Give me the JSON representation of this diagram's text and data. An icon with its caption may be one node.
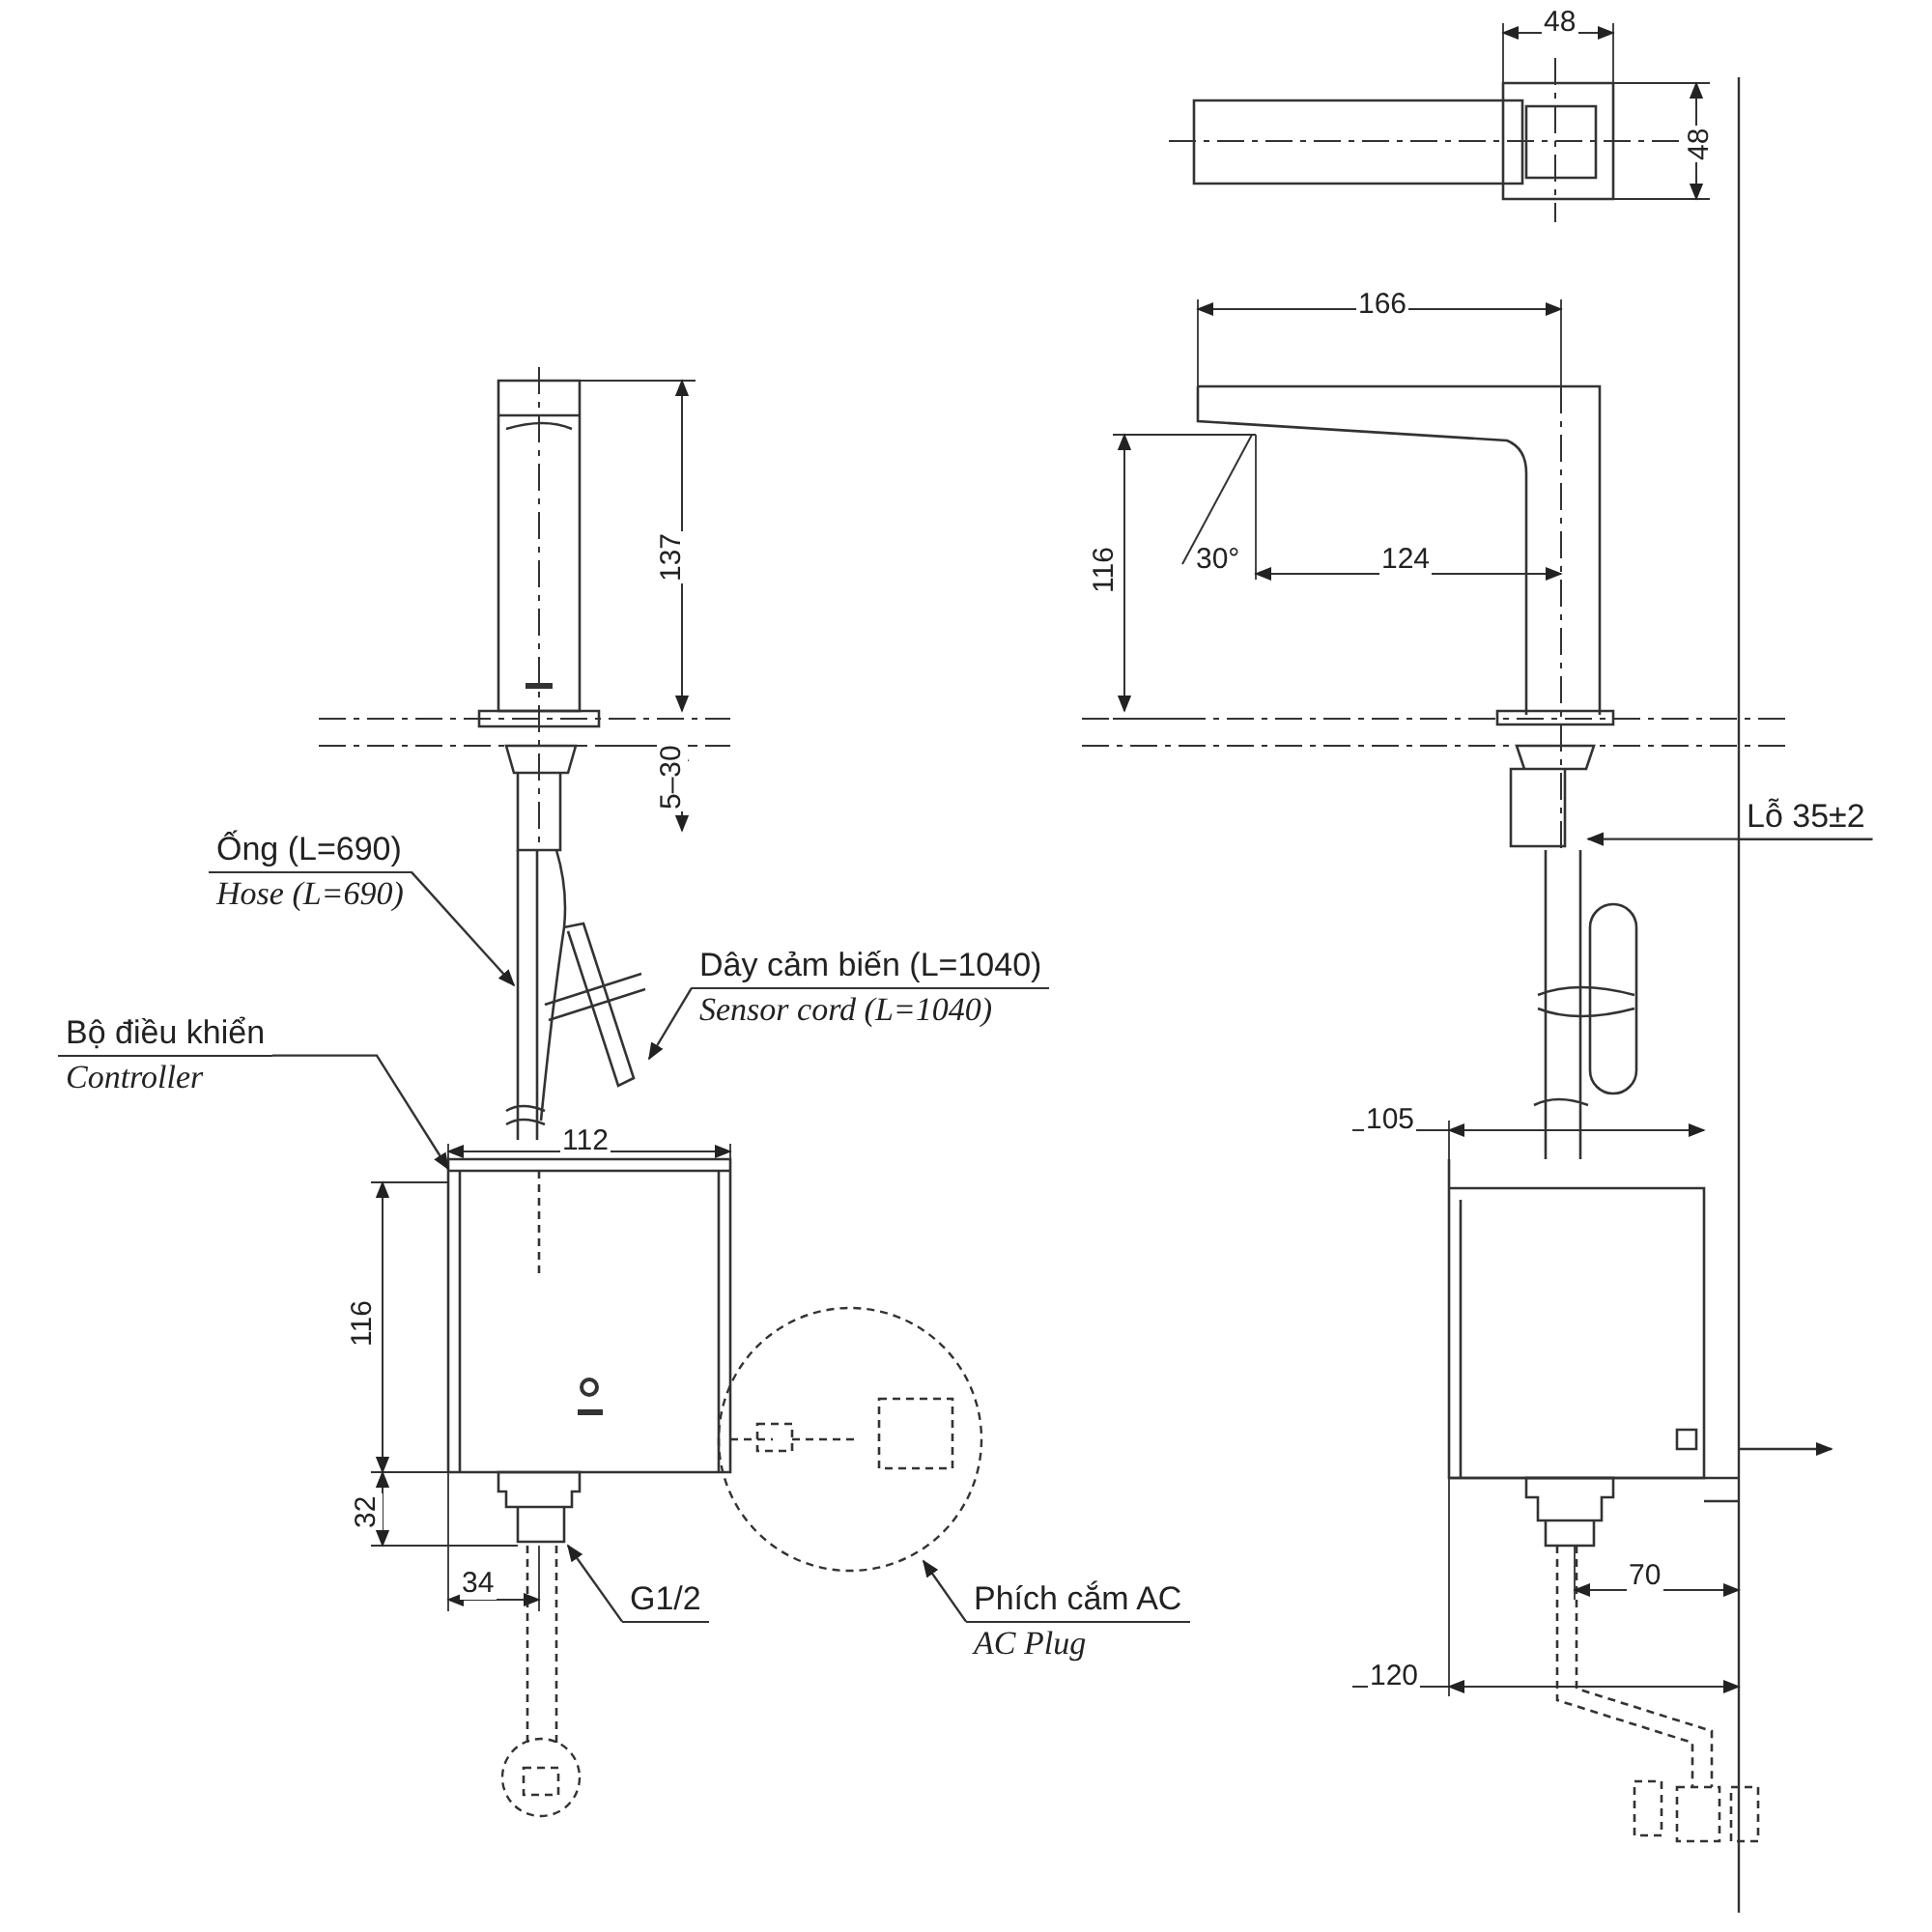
{
  "diagram": {
    "nodes": [
      {
        "text": [
          "Ống (L=690)",
          "Hose (L=690)"
        ]
      },
      {
        "text": [
          "Dây cảm biến (L=1040)",
          "Sensor cord (L=1040)"
        ]
      },
      {
        "text": [
          "Bộ điều khiển",
          "Controller"
        ]
      },
      {
        "text": [
          "G1/2"
        ]
      },
      {
        "text": [
          "Phích cắm AC",
          "AC Plug"
        ]
      },
      {
        "text": [
          "Lỗ 35±2"
        ]
      }
    ],
    "edges": [
      {
        "from": 0,
        "to": null,
        "arrow": "to"
      },
      {
        "from": 1,
        "to": null,
        "arrow": "to"
      },
      {
        "from": 2,
        "to": null,
        "arrow": "to"
      },
      {
        "from": 3,
        "to": null,
        "arrow": "to"
      },
      {
        "from": 4,
        "to": null,
        "arrow": "to"
      },
      {
        "from": 5,
        "to": null,
        "arrow": "to"
      }
    ],
    "labels": [
      "48",
      "48",
      "166",
      "137",
      "116",
      "30°",
      "124",
      "5–30",
      "112",
      "105",
      "116",
      "32",
      "34",
      "70",
      "120"
    ]
  }
}
